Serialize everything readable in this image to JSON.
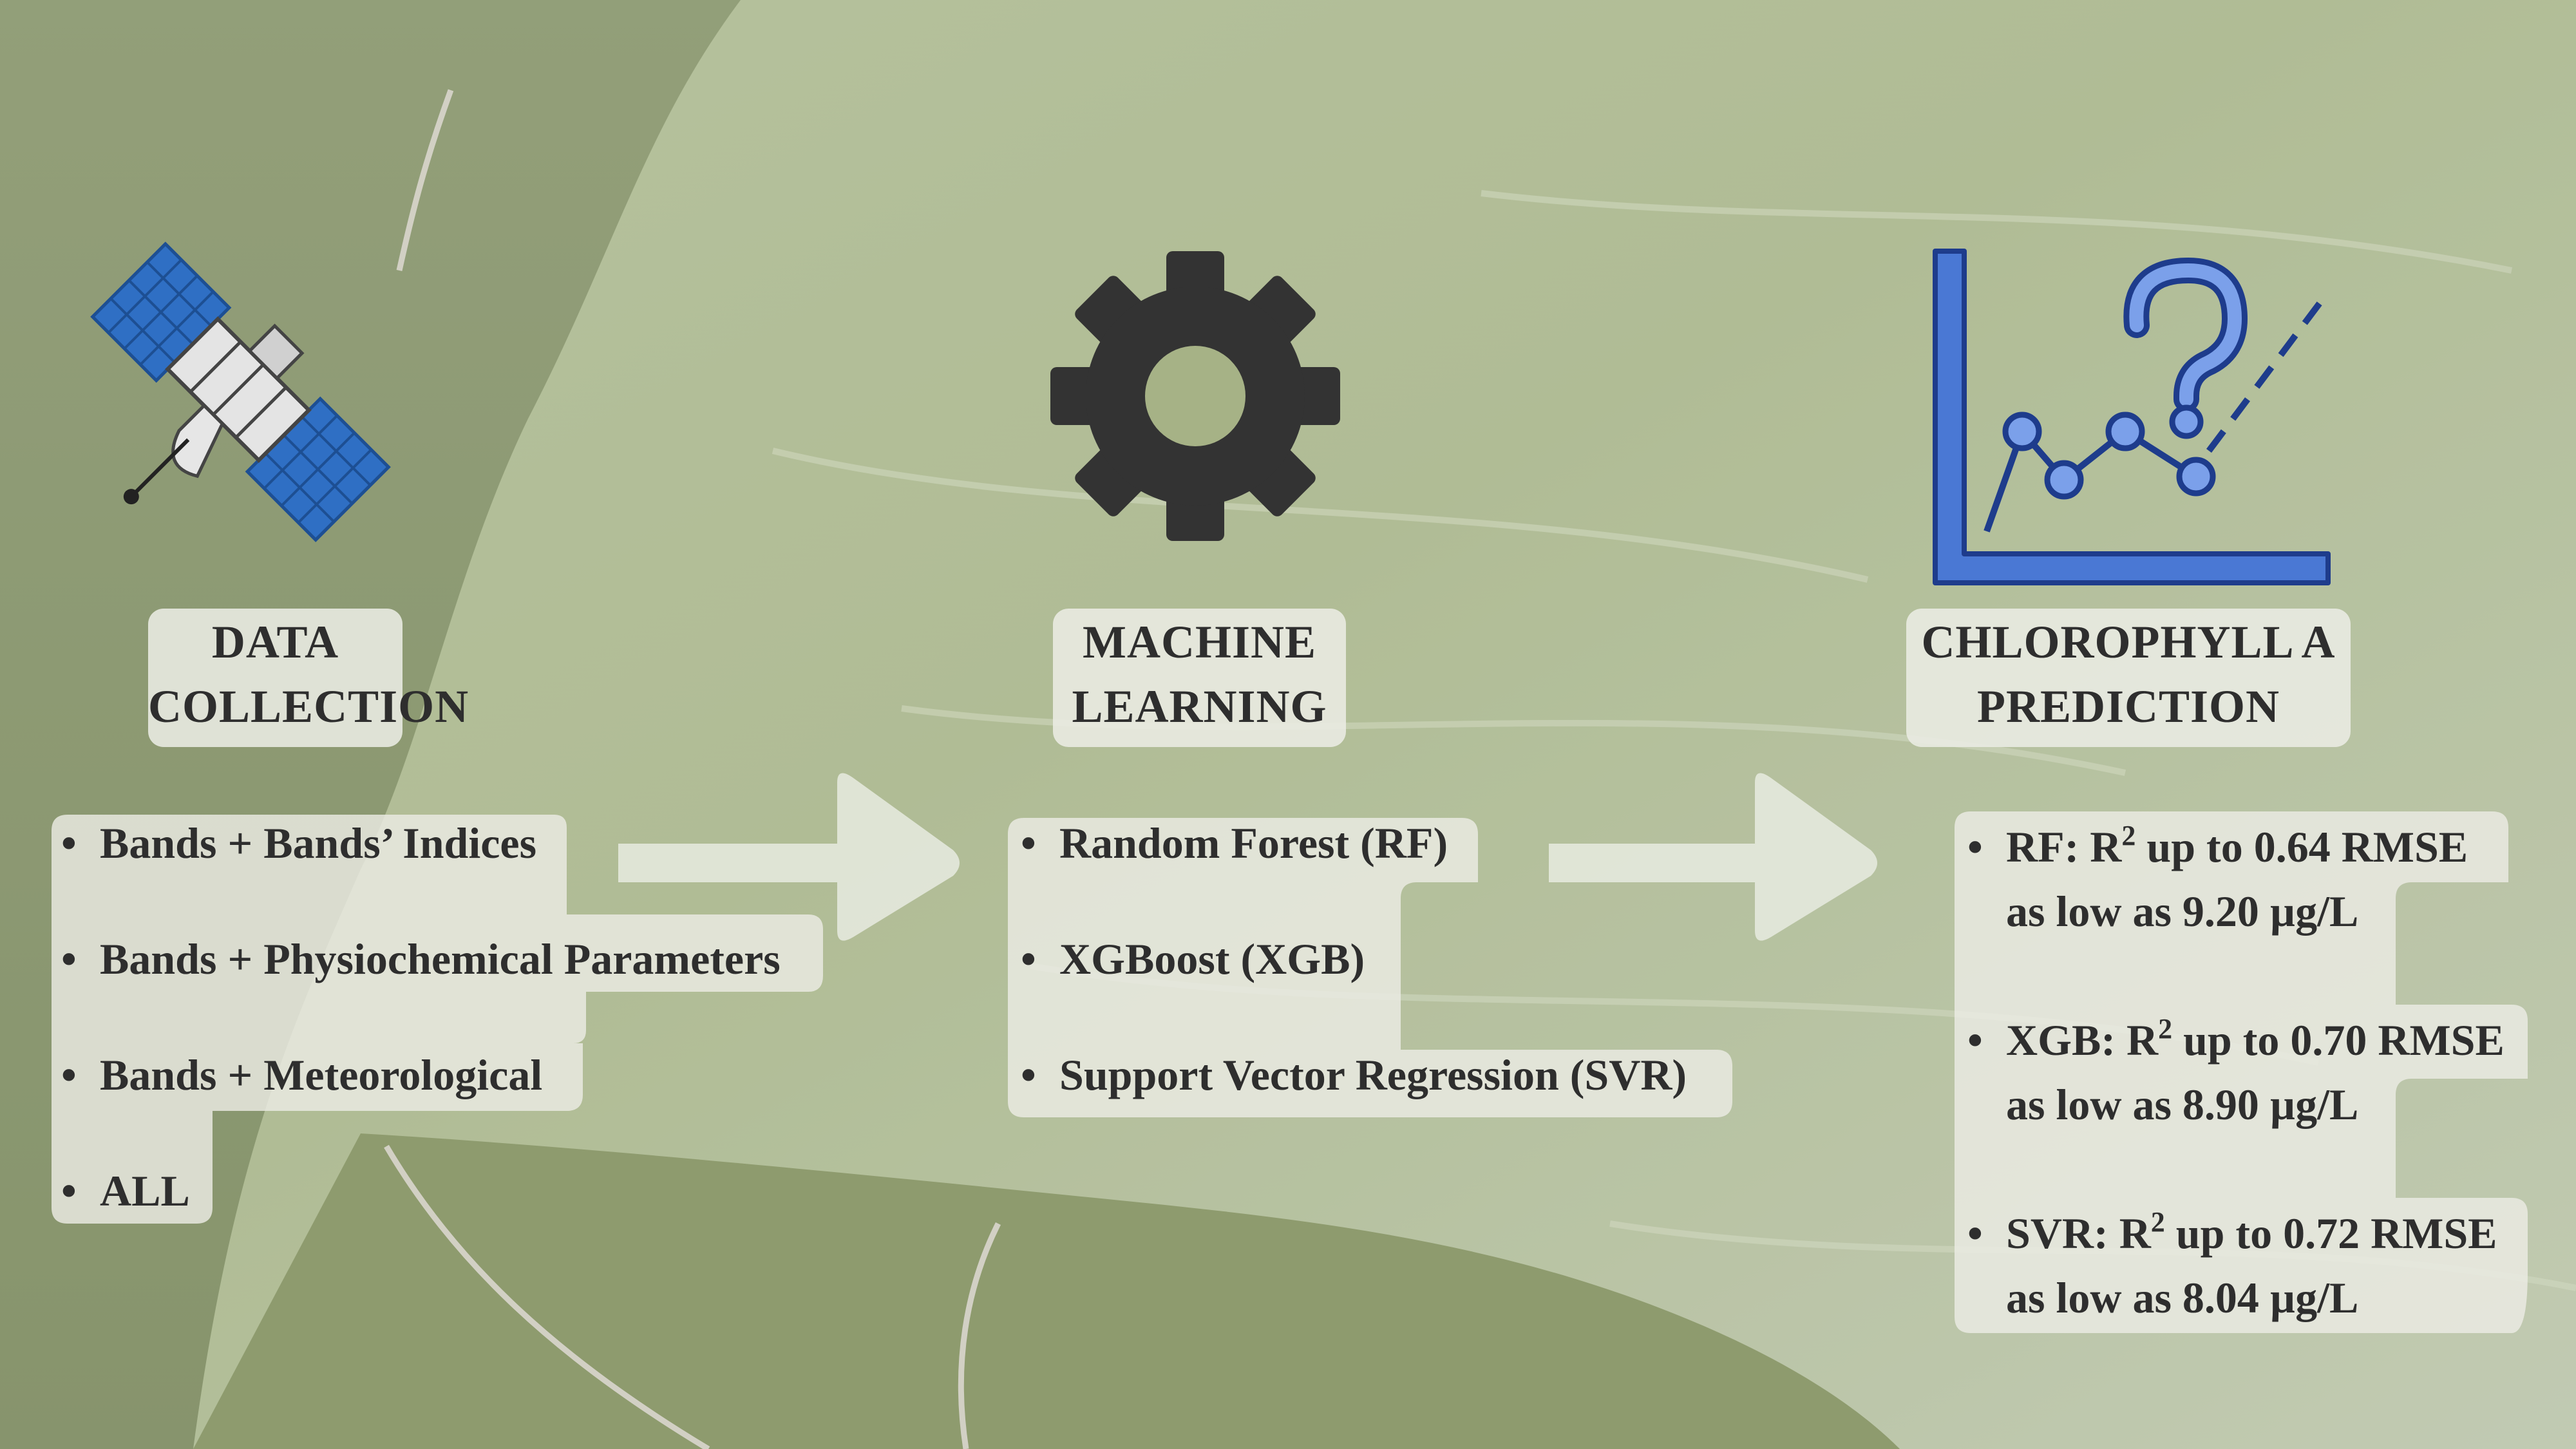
{
  "stages": {
    "data_collection": {
      "title_lines": [
        "DATA",
        "COLLECTION"
      ],
      "icon": "satellite-icon",
      "items": [
        "Bands + Bands’ Indices",
        "Bands + Physiochemical Parameters",
        "Bands + Meteorological",
        "ALL"
      ]
    },
    "machine_learning": {
      "title_lines": [
        "MACHINE",
        "LEARNING"
      ],
      "icon": "gear-icon",
      "items": [
        "Random Forest (RF)",
        "XGBoost (XGB)",
        "Support Vector Regression (SVR)"
      ]
    },
    "prediction": {
      "title_lines": [
        "CHLOROPHYLL A",
        "PREDICTION"
      ],
      "icon": "chart-question-icon",
      "items": [
        {
          "model": "RF:",
          "r2_prefix": "R",
          "r2_sup": "2",
          "r2_text": " up to 0.64 RMSE",
          "rmse_line": "as low as 9.20 µg/L"
        },
        {
          "model": "XGB:",
          "r2_prefix": "R",
          "r2_sup": "2",
          "r2_text": " up to 0.70 RMSE",
          "rmse_line": "as low as 8.90 µg/L"
        },
        {
          "model": "SVR:",
          "r2_prefix": "R",
          "r2_sup": "2",
          "r2_text": " up to 0.72 RMSE",
          "rmse_line": "as low as 8.04 µg/L"
        }
      ]
    }
  },
  "bullet_symbol": "•",
  "colors": {
    "panel_fill": "#ebece4",
    "satellite_blue": "#2f6fc4",
    "gear_dark": "#333333",
    "chart_blue": "#4a78d4",
    "chart_navy": "#1e3c8c"
  }
}
